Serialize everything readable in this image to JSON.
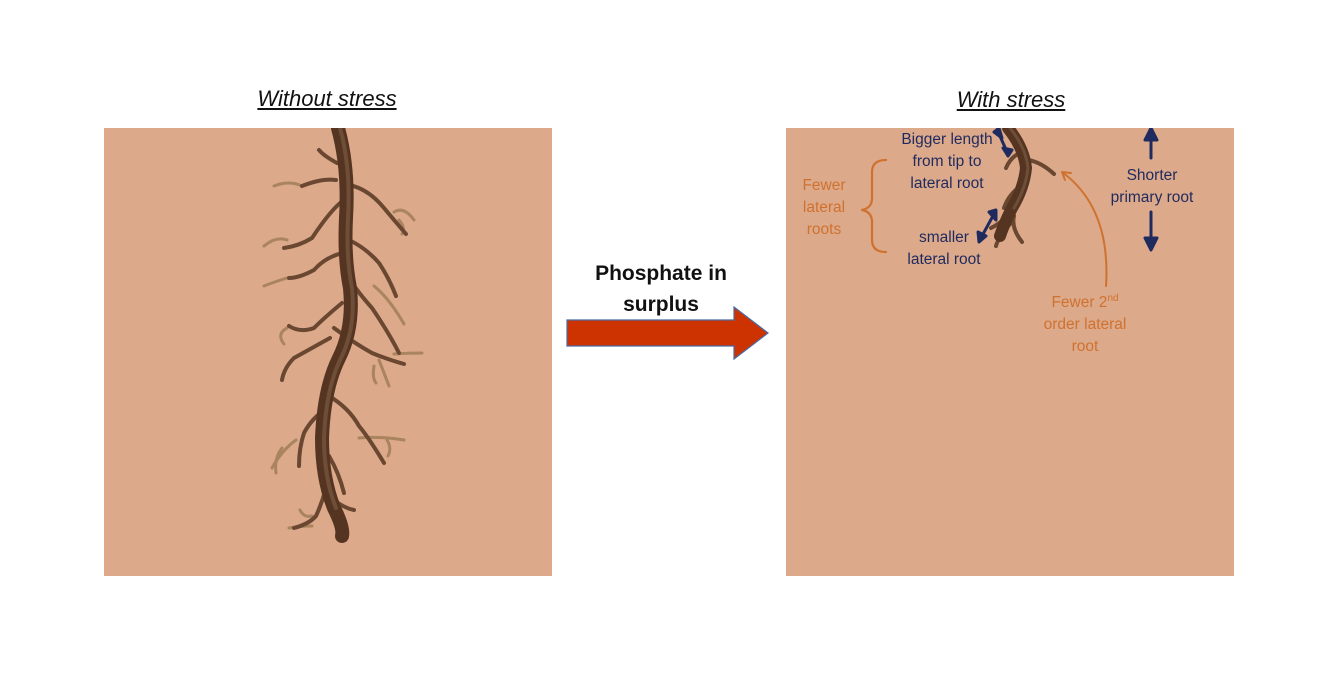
{
  "titles": {
    "without_stress": "Without stress",
    "with_stress": "With stress"
  },
  "arrow": {
    "line1": "Phosphate in",
    "line2": "surplus"
  },
  "annotations": {
    "bigger_length": [
      "Bigger length",
      "from tip to",
      "lateral root"
    ],
    "fewer_lateral": [
      "Fewer",
      "lateral",
      "roots"
    ],
    "smaller_lateral": [
      "smaller",
      "lateral root"
    ],
    "shorter_primary": [
      "Shorter",
      "primary root"
    ],
    "fewer_2nd": {
      "pre": "Fewer 2",
      "sup": "nd",
      "line2": "order lateral",
      "line3": "root"
    }
  },
  "colors": {
    "soil": "#dca98a",
    "root_dark": "#5a3a26",
    "root_light": "#a07a55",
    "arrow_fill": "#cc3300",
    "annotation_blue": "#1f2a5e",
    "annotation_orange": "#d0722f"
  }
}
